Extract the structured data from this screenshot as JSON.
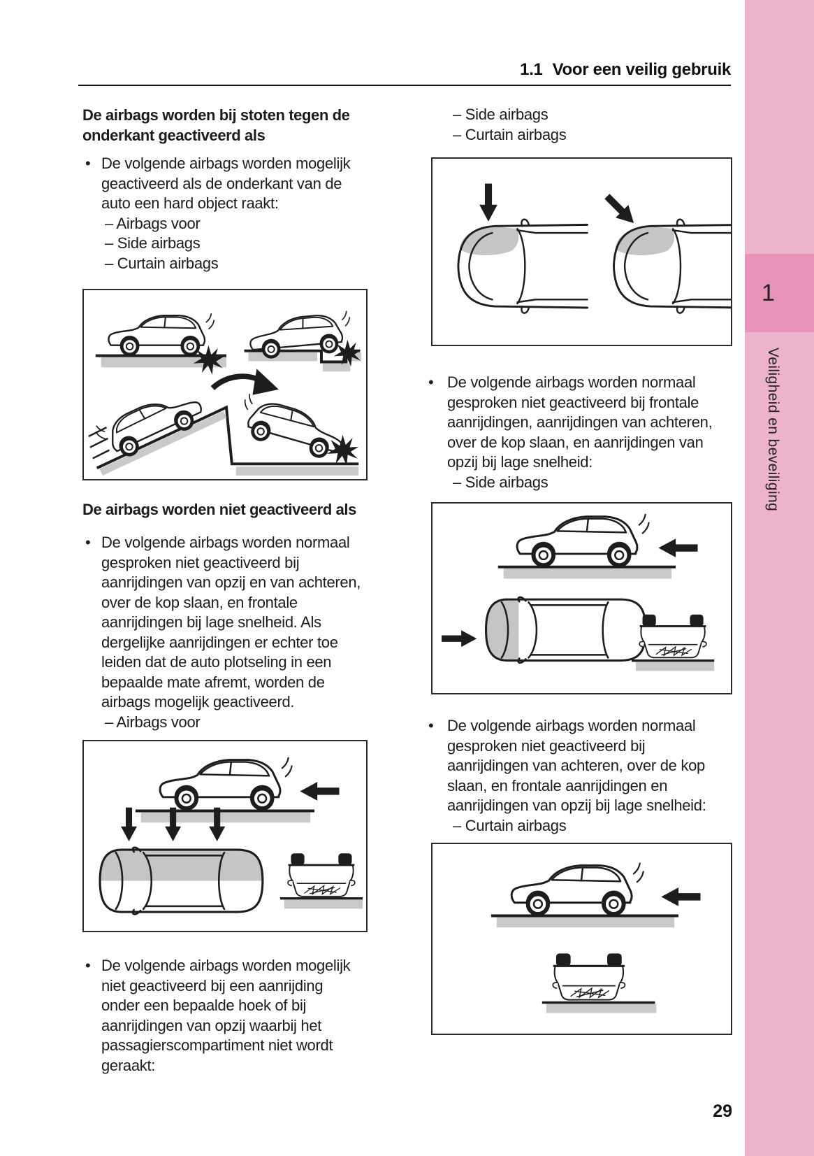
{
  "page": {
    "number": "29"
  },
  "header": {
    "section_number": "1.1",
    "section_title": "Voor een veilig gebruik"
  },
  "sidebar": {
    "chapter_number": "1",
    "chapter_title": "Veiligheid en beveiliging",
    "panel_color": "#eeb3cc",
    "tab_color": "#e794b8"
  },
  "left_column": {
    "heading_underside": "De airbags worden bij stoten tegen de onderkant geactiveerd als",
    "bullet_underside": "De volgende airbags worden mogelijk geactiveerd als de onderkant van de auto een hard object raakt:",
    "underside_airbag_items": [
      "– Airbags voor",
      "– Side airbags",
      "– Curtain airbags"
    ],
    "heading_not_deployed": "De airbags worden niet geactiveerd als",
    "bullet_not_deployed": "De volgende airbags worden normaal gesproken niet geactiveerd bij aanrijdingen van opzij en van achteren, over de kop slaan, en frontale aanrijdingen bij lage snelheid. Als dergelijke aanrijdingen er echter toe leiden dat de auto plotseling in een bepaalde mate afremt, worden de airbags mogelijk geactiveerd.",
    "not_deployed_items": [
      "– Airbags voor"
    ],
    "bullet_angled_impact": "De volgende airbags worden mogelijk niet geactiveerd bij een aanrijding onder een bepaalde hoek of bij aanrijdingen van opzij waarbij het passagierscompartiment niet wordt geraakt:"
  },
  "right_column": {
    "continued_items": [
      "– Side airbags",
      "– Curtain airbags"
    ],
    "bullet_side_airbags": "De volgende airbags worden normaal gesproken niet geactiveerd bij frontale aanrijdingen, aanrijdingen van achteren, over de kop slaan, en aanrijdingen van opzij bij lage snelheid:",
    "side_airbag_items": [
      "– Side airbags"
    ],
    "bullet_curtain_airbags": "De volgende airbags worden normaal gesproken niet geactiveerd bij aanrijdingen van achteren, over de kop slaan, en frontale aanrijdingen en aanrijdingen van opzij bij lage snelheid:",
    "curtain_airbag_items": [
      "– Curtain airbags"
    ]
  }
}
